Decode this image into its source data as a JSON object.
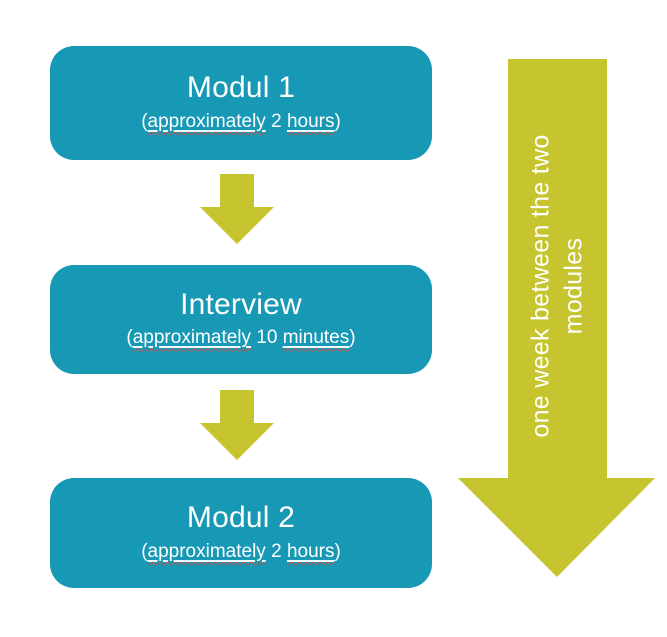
{
  "colors": {
    "teal": "#1798B4",
    "green": "#C6C42F",
    "text_on_fill": "#FFFFFF",
    "squiggle": "#C9524A"
  },
  "boxes": [
    {
      "title": "Modul 1",
      "sub_prefix": "(",
      "sub_word1": "approximately",
      "sub_mid": " 2 ",
      "sub_word2": "hours",
      "sub_suffix": ")"
    },
    {
      "title": "Interview",
      "sub_prefix": "(",
      "sub_word1": "approximately",
      "sub_mid": " 10 ",
      "sub_word2": "minutes",
      "sub_suffix": ")"
    },
    {
      "title": "Modul 2",
      "sub_prefix": "(",
      "sub_word1": "approximately",
      "sub_mid": " 2 ",
      "sub_word2": "hours",
      "sub_suffix": ")"
    }
  ],
  "side_arrow": {
    "label": "one week between the two modules"
  }
}
